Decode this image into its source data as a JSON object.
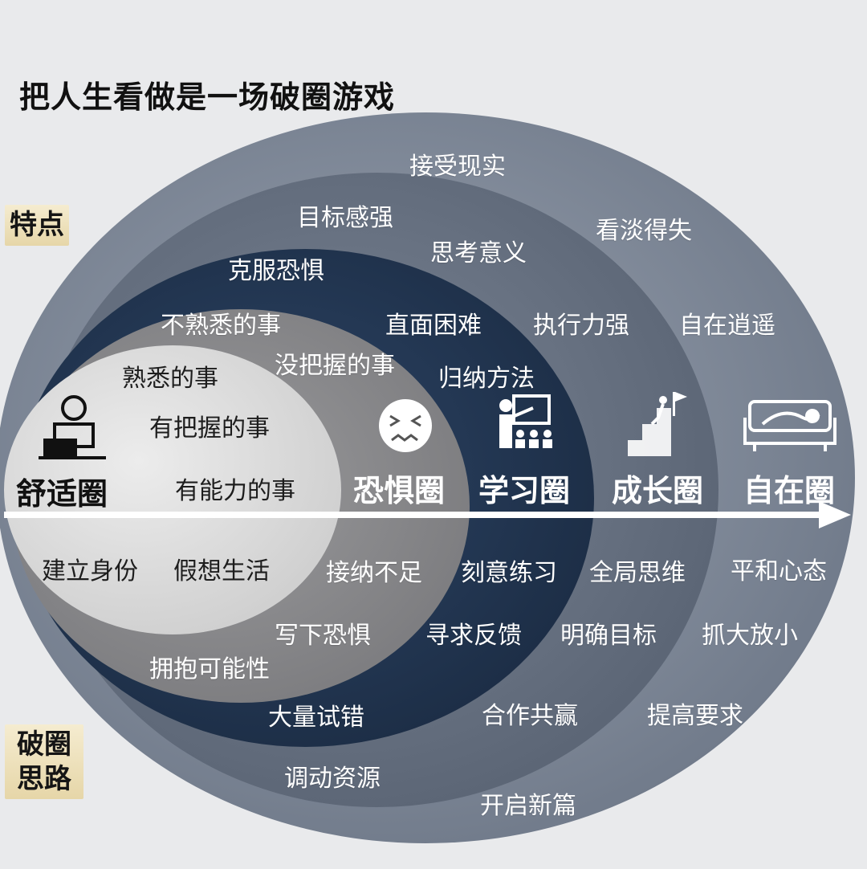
{
  "title": "把人生看做是一场破圈游戏",
  "side_tags": {
    "features": "特点",
    "breakout_line1": "破圈",
    "breakout_line2": "思路"
  },
  "colors": {
    "comfort": "#dcdcdc",
    "fear": "#8d8d8f",
    "learning": "#263c5a",
    "growth": "#6c7685",
    "freedom": "#8791a0",
    "arrow": "#ffffff"
  },
  "circles": {
    "comfort": {
      "name": "舒适圈",
      "icon": "person-at-laptop-icon",
      "features": [
        "熟悉的事",
        "有把握的事",
        "有能力的事"
      ],
      "strategies": [
        "建立身份",
        "假想生活"
      ]
    },
    "fear": {
      "name": "恐惧圈",
      "icon": "anxious-face-icon",
      "features": [
        "不熟悉的事",
        "没把握的事",
        "克服恐惧"
      ],
      "strategies": [
        "接纳不足",
        "写下恐惧",
        "拥抱可能性",
        "大量试错"
      ]
    },
    "learning": {
      "name": "学习圈",
      "icon": "teacher-at-board-icon",
      "features": [
        "目标感强",
        "直面困难",
        "归纳方法"
      ],
      "strategies": [
        "刻意练习",
        "寻求反馈",
        "调动资源"
      ]
    },
    "growth": {
      "name": "成长圈",
      "icon": "climbing-stairs-flag-icon",
      "features": [
        "思考意义",
        "执行力强"
      ],
      "strategies": [
        "全局思维",
        "明确目标",
        "合作共赢"
      ]
    },
    "freedom": {
      "name": "自在圈",
      "icon": "relaxing-on-sofa-icon",
      "features": [
        "接受现实",
        "看淡得失",
        "自在逍遥"
      ],
      "strategies": [
        "平和心态",
        "抓大放小",
        "提高要求",
        "开启新篇"
      ]
    }
  }
}
